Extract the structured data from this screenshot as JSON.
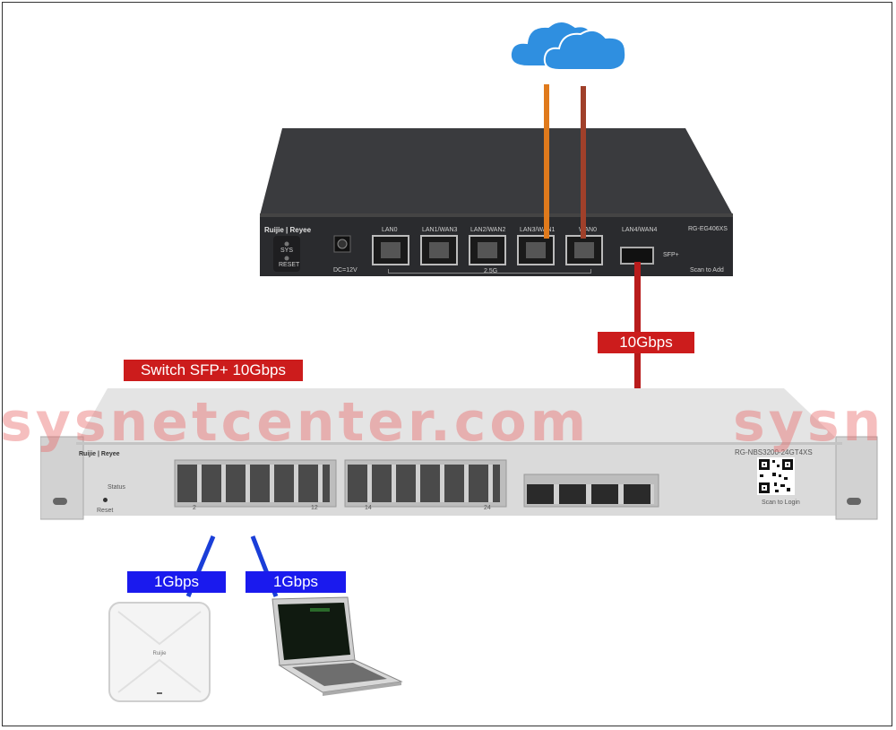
{
  "router": {
    "brand": "Ruijie | Reyee",
    "model": "RG-EG406XS",
    "sys_label": "SYS",
    "reset_label": "RESET",
    "dc_label": "DC=12V",
    "ports": [
      "LAN0",
      "LAN1/WAN3",
      "LAN2/WAN2",
      "LAN3/WAN1",
      "WAN0"
    ],
    "sfp_port_label": "LAN4/WAN4",
    "sfp_label": "SFP+",
    "speed_label": "2.5G",
    "scan_label": "Scan to Add",
    "colors": {
      "body": "#2c2d30",
      "top": "#3a3b3e"
    }
  },
  "switch": {
    "brand": "Ruijie | Reyee",
    "model": "RG-NBS3200-24GT4XS",
    "status_label": "Status",
    "reset_label": "Reset",
    "port_numbers": [
      "2",
      "12",
      "14",
      "24"
    ],
    "scan_label": "Scan to Login",
    "colors": {
      "body": "#d6d6d6"
    }
  },
  "labels": {
    "switch_sfp": "Switch SFP+ 10Gbps",
    "uplink": "10Gbps",
    "ap_link": "1Gbps",
    "laptop_link": "1Gbps"
  },
  "watermark": {
    "main": "sysnetcenter.com",
    "repeat": "sysn"
  },
  "colors": {
    "red_label": "#cc1c1c",
    "blue_label": "#1a1aee",
    "wan1_cable": "#e07a1c",
    "wan0_cable": "#a0402a",
    "uplink_cable": "#b81c1c",
    "access_cable": "#1a3ed8",
    "cloud": "#2f8fe0"
  },
  "icons": [
    "cloud-icon",
    "access-point-icon",
    "laptop-icon",
    "qr-code-icon"
  ]
}
